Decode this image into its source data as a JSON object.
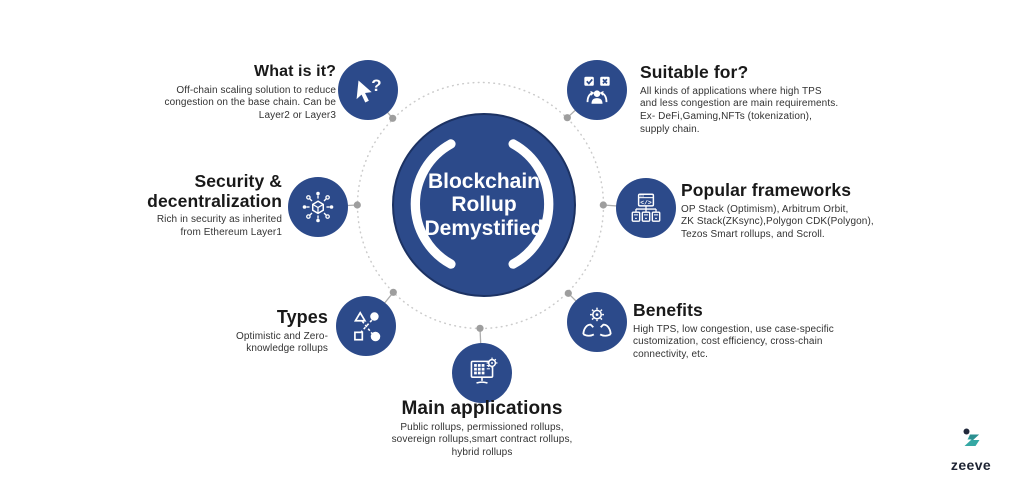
{
  "center": {
    "title": "Blockchain\nRollup\nDemystified"
  },
  "sections": [
    {
      "id": "what-is-it",
      "title": "What is it?",
      "body": "Off-chain scaling solution to reduce\ncongestion on the base chain. Can be\nLayer2 or Layer3",
      "icon": "cursor-question-icon"
    },
    {
      "id": "suitable-for",
      "title": "Suitable for?",
      "body": "All kinds of applications where high TPS\nand less congestion are main requirements.\nEx- DeFi,Gaming,NFTs (tokenization),\nsupply chain.",
      "icon": "decision-person-icon"
    },
    {
      "id": "security-decentralization",
      "title": "Security &\ndecentralization",
      "body": "Rich in security as inherited\nfrom Ethereum Layer1",
      "icon": "decentralized-network-icon"
    },
    {
      "id": "popular-frameworks",
      "title": "Popular frameworks",
      "body": "OP Stack (Optimism), Arbitrum Orbit,\nZK Stack(ZKsync),Polygon CDK(Polygon),\nTezos Smart  rollups, and Scroll.",
      "icon": "code-stack-icon"
    },
    {
      "id": "types",
      "title": "Types",
      "body": "Optimistic and Zero-\nknowledge rollups",
      "icon": "shapes-flow-icon"
    },
    {
      "id": "benefits",
      "title": "Benefits",
      "body": "High TPS, low congestion, use case-specific\ncustomization, cost efficiency, cross-chain\nconnectivity, etc.",
      "icon": "hands-gear-icon"
    },
    {
      "id": "main-applications",
      "title": "Main applications",
      "body": "Public rollups, permissioned rollups,\nsovereign rollups,smart contract rollups,\nhybrid rollups",
      "icon": "monitor-gear-icon"
    }
  ],
  "footer": {
    "brand": "zeeve"
  },
  "colors": {
    "node_blue": "#2C4A8A",
    "hub_border": "#1C3263",
    "ring_white": "#FFFFFF",
    "heading_text": "#191919",
    "body_text": "#333333",
    "connector_gray": "#9E9E9E",
    "dotted_ring": "#CBCBCB",
    "zeeve_teal": "#35A8A4",
    "zeeve_dark": "#22293B"
  }
}
